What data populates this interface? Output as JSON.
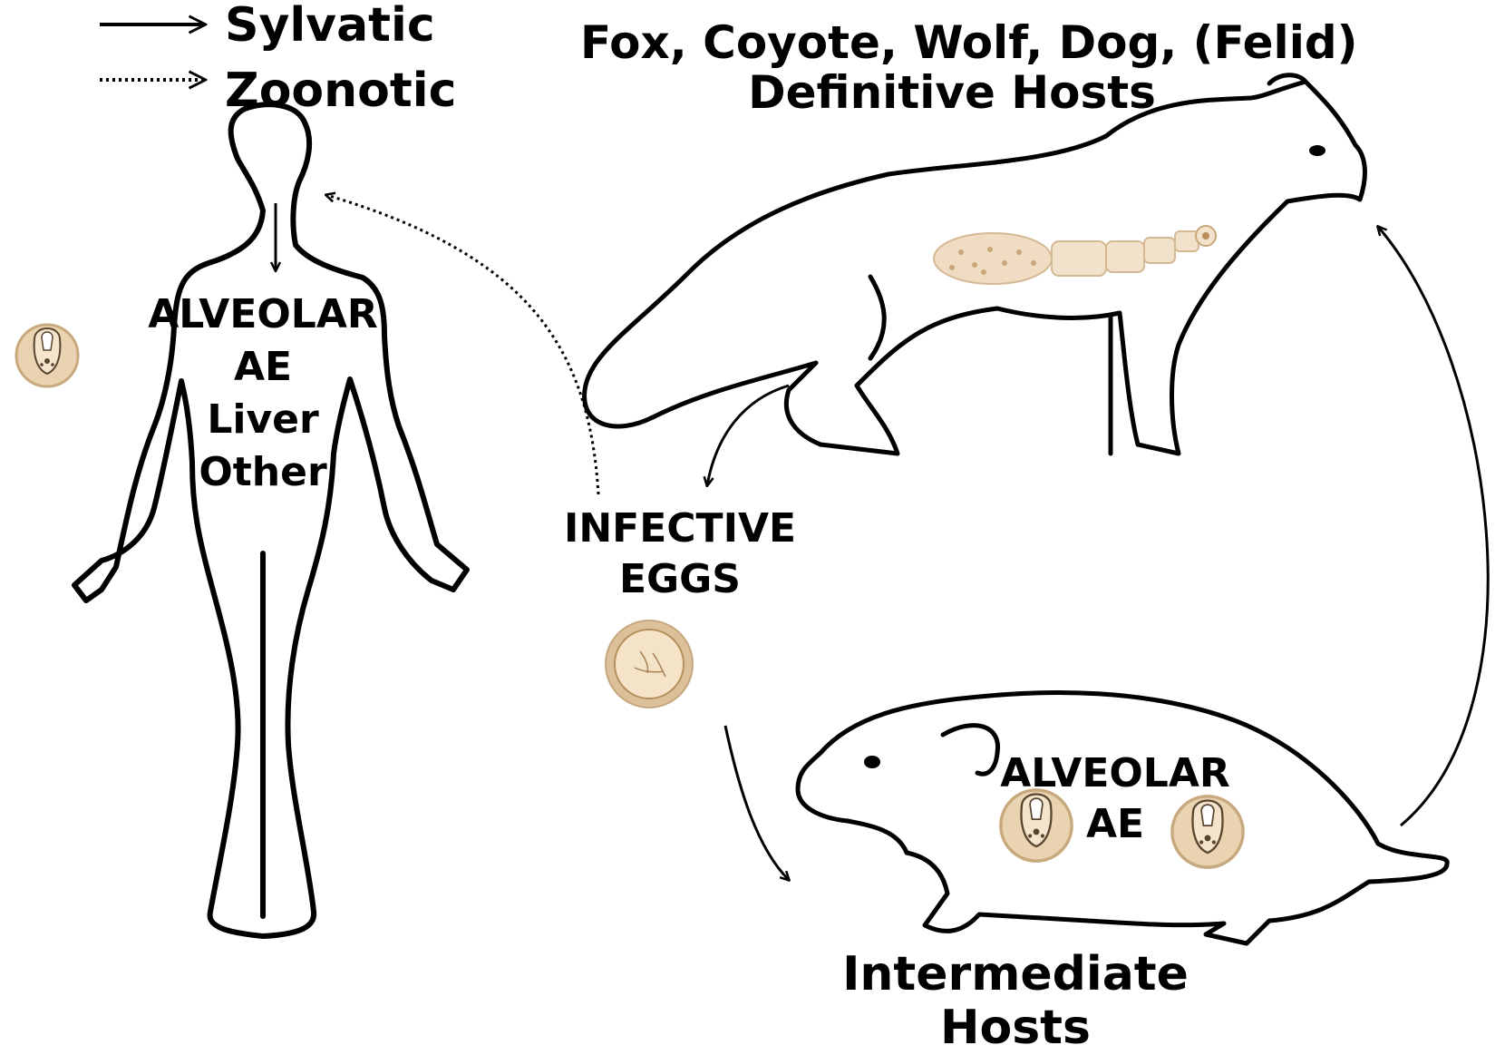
{
  "legend": {
    "items": [
      {
        "style": "solid",
        "label": "Sylvatic"
      },
      {
        "style": "dotted",
        "label": "Zoonotic"
      }
    ]
  },
  "definitive_hosts": {
    "species": "Fox, Coyote, Wolf, Dog, (Felid)",
    "title": "Definitive Hosts"
  },
  "human": {
    "lines": [
      "ALVEOLAR",
      "AE",
      "Liver",
      "Other"
    ]
  },
  "eggs": {
    "lines": [
      "INFECTIVE",
      "EGGS"
    ]
  },
  "rodent": {
    "lines": [
      "ALVEOLAR",
      "AE"
    ]
  },
  "intermediate_hosts": {
    "lines": [
      "Intermediate",
      "Hosts"
    ]
  },
  "colors": {
    "line": "#000000",
    "cyst_fill": "#e8d2ae",
    "cyst_edge": "#c9ab80",
    "tapeworm": "#efdcc2",
    "egg_outer": "#dcc09a",
    "egg_inner": "#f6e8cf"
  },
  "icons": [
    "hydatid-cyst-icon",
    "tapeworm-icon",
    "egg-icon"
  ]
}
